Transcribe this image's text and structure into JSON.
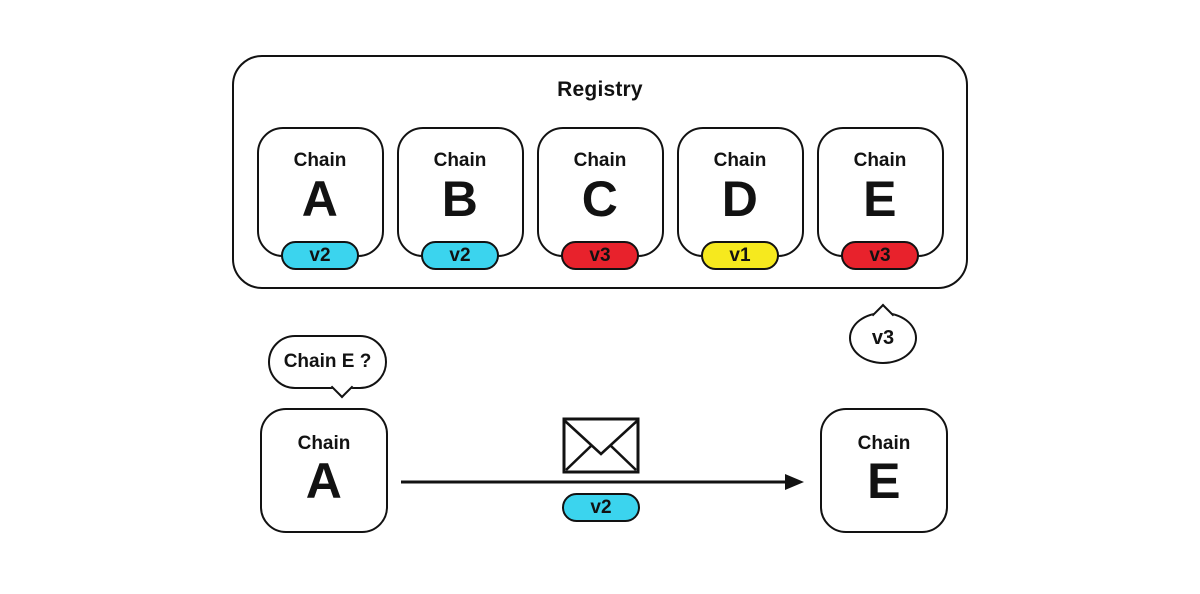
{
  "registry": {
    "title": "Registry",
    "chains": [
      {
        "label": "Chain",
        "letter": "A",
        "version": "v2",
        "badge_color": "#3bd4ee"
      },
      {
        "label": "Chain",
        "letter": "B",
        "version": "v2",
        "badge_color": "#3bd4ee"
      },
      {
        "label": "Chain",
        "letter": "C",
        "version": "v3",
        "badge_color": "#e8222c"
      },
      {
        "label": "Chain",
        "letter": "D",
        "version": "v1",
        "badge_color": "#f6e91e"
      },
      {
        "label": "Chain",
        "letter": "E",
        "version": "v3",
        "badge_color": "#e8222c"
      }
    ]
  },
  "flow": {
    "query_bubble_text": "Chain E ?",
    "version_bubble_text": "v3",
    "source_node": {
      "label": "Chain",
      "letter": "A"
    },
    "target_node": {
      "label": "Chain",
      "letter": "E"
    },
    "message_badge": {
      "text": "v2",
      "color": "#3bd4ee"
    }
  },
  "colors": {
    "cyan": "#3bd4ee",
    "red": "#e8222c",
    "yellow": "#f6e91e",
    "stroke": "#121212",
    "background": "#ffffff"
  }
}
